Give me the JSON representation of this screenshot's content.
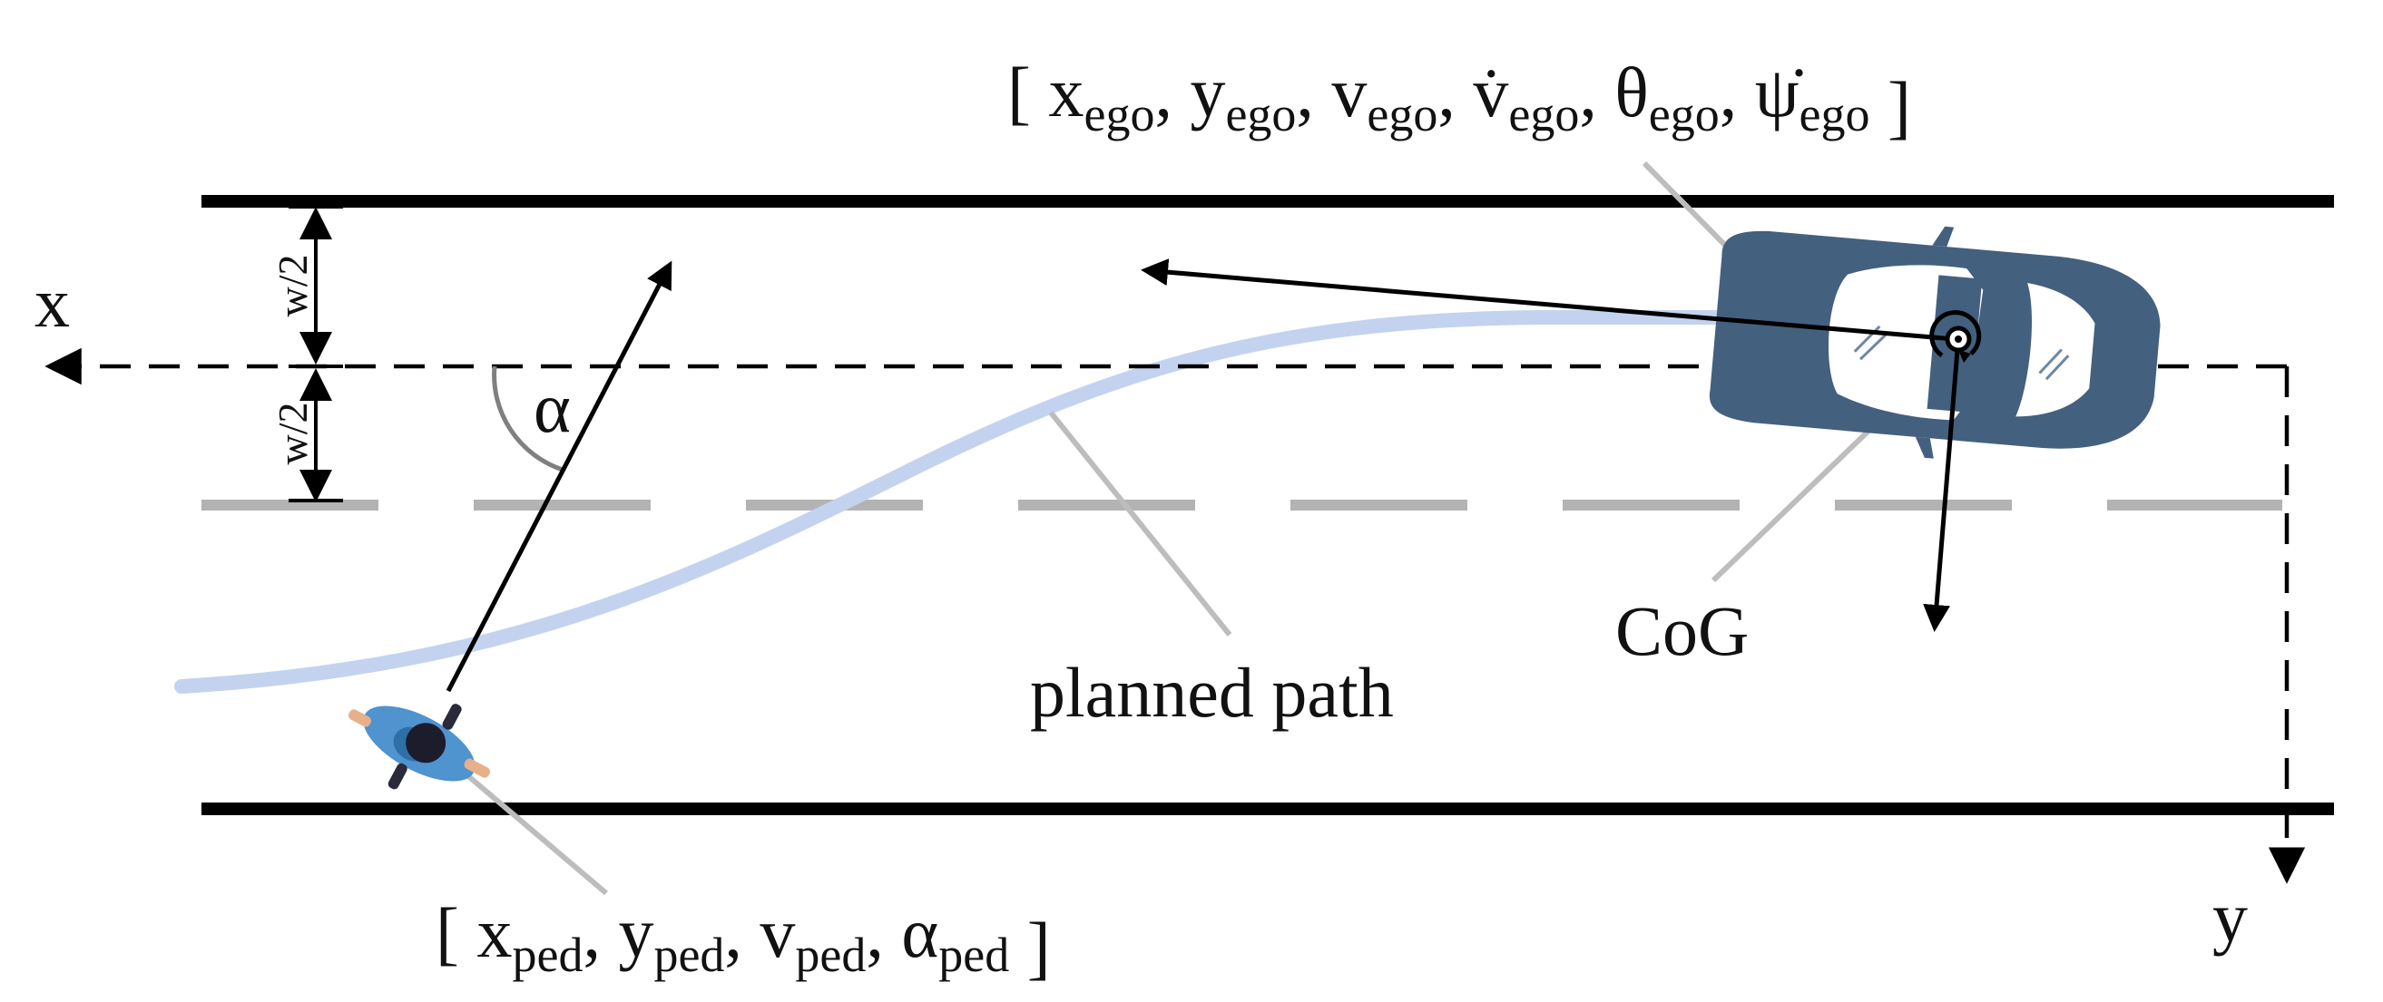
{
  "axes": {
    "x_label": "x",
    "y_label": "y"
  },
  "lane": {
    "half_width_top": "w/2",
    "half_width_bottom": "w/2"
  },
  "angle_label": "α",
  "path_label": "planned path",
  "cog_label": "CoG",
  "ego_state": {
    "open": "[",
    "close": "]",
    "comps": [
      {
        "sym": "x",
        "sub": "ego",
        "sep": ", "
      },
      {
        "sym": "y",
        "sub": "ego",
        "sep": ", "
      },
      {
        "sym": "v",
        "sub": "ego",
        "sep": ", "
      },
      {
        "sym": "v̇",
        "sub": "ego",
        "sep": ", "
      },
      {
        "sym": "θ",
        "sub": "ego",
        "sep": ", "
      },
      {
        "sym": "ψ̇",
        "sub": "ego",
        "sep": ""
      }
    ]
  },
  "ped_state": {
    "open": "[",
    "close": "]",
    "comps": [
      {
        "sym": "x",
        "sub": "ped",
        "sep": ", "
      },
      {
        "sym": "y",
        "sub": "ped",
        "sep": ", "
      },
      {
        "sym": "v",
        "sub": "ped",
        "sep": ", "
      },
      {
        "sym": "α",
        "sub": "ped",
        "sep": ""
      }
    ]
  },
  "colors": {
    "road_edge": "#000000",
    "lane_marking": "#b3b3b3",
    "path": "#c3d3ef",
    "car_body": "#44607f",
    "car_window": "#ffffff",
    "leader_line": "#bdbdbd",
    "angle_arc": "#808080",
    "ped_body": "#4f93cf",
    "ped_head": "#1c1c2c"
  }
}
